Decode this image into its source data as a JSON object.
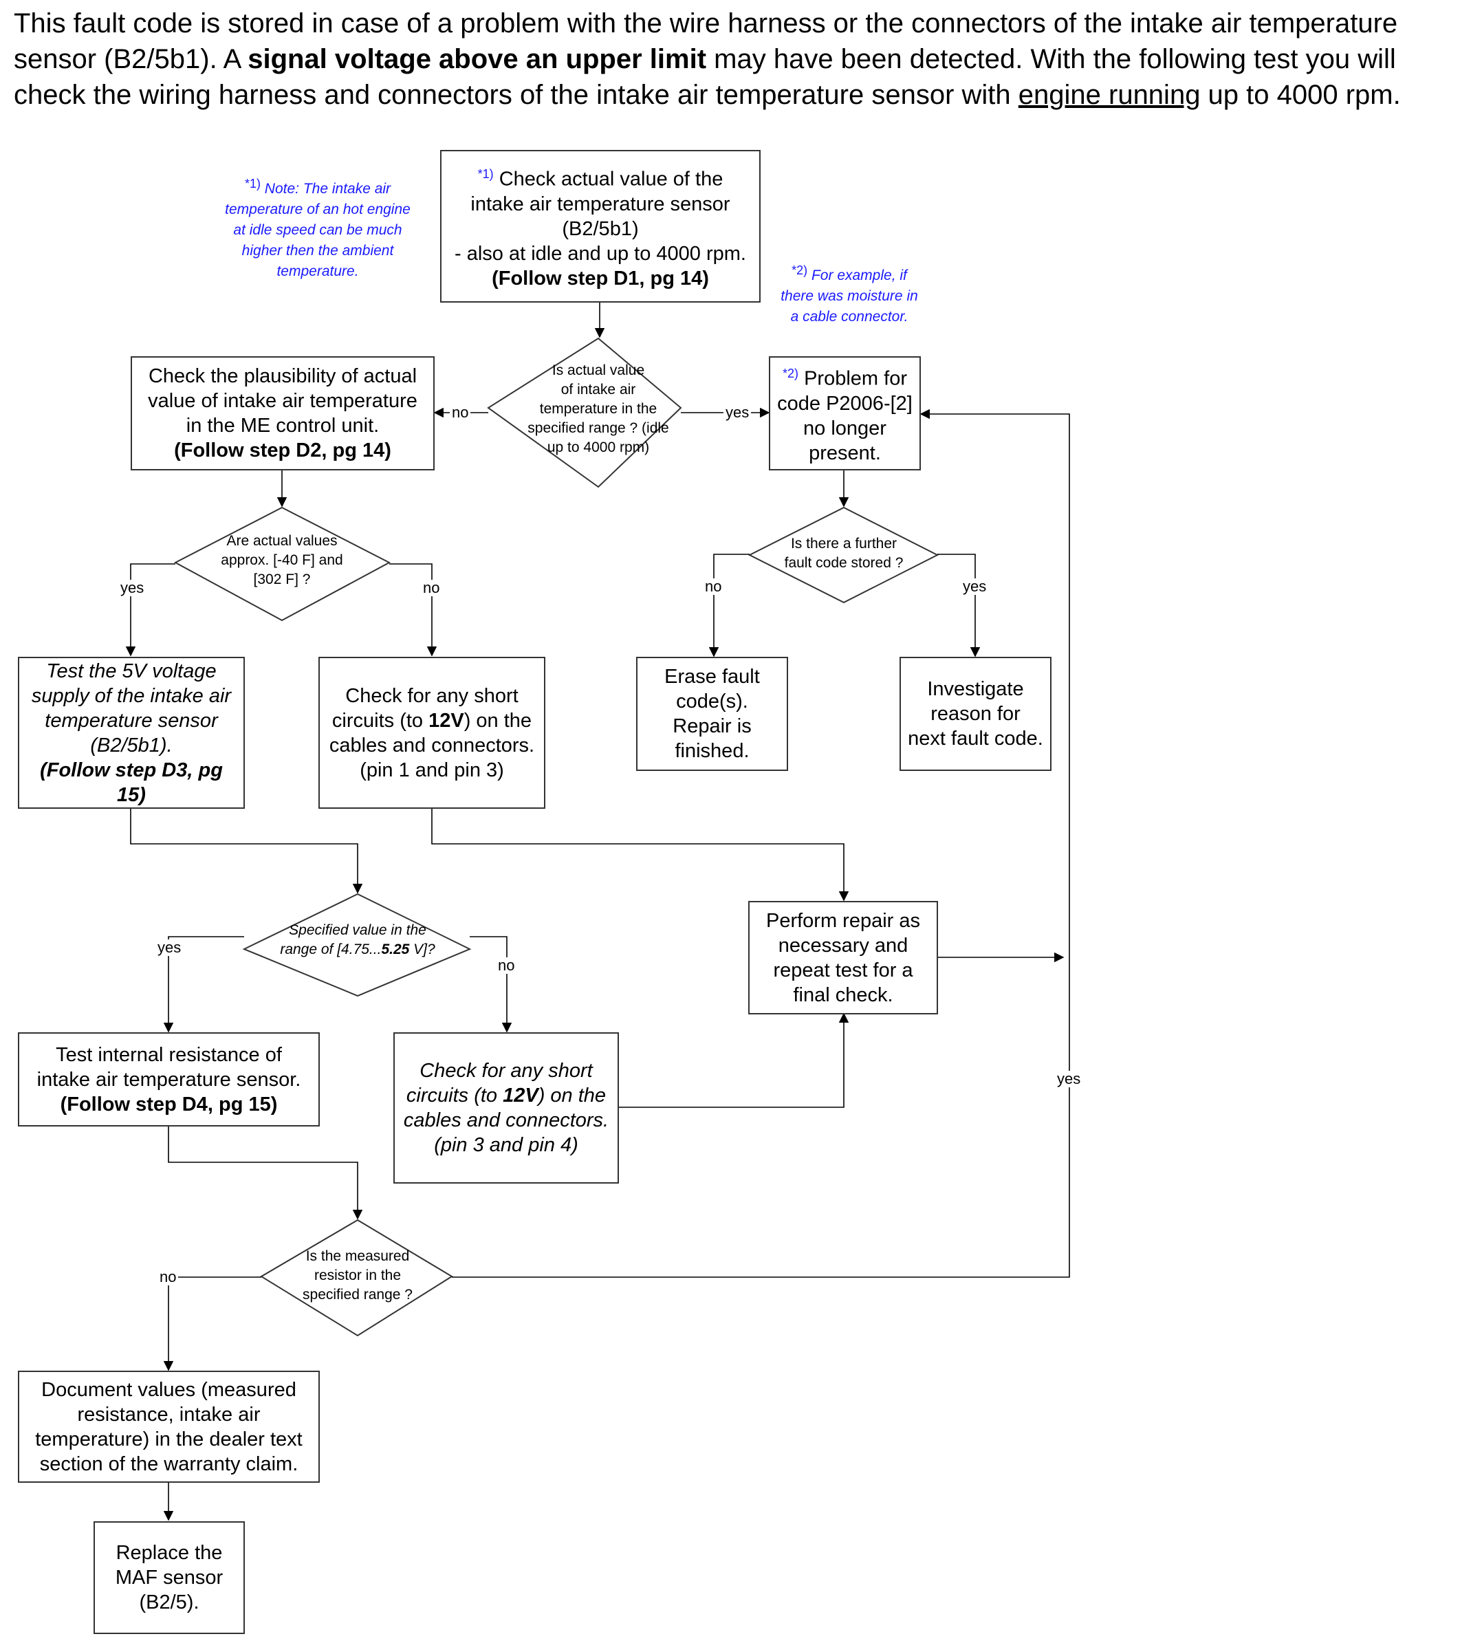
{
  "intro": {
    "s1": "This fault code is stored in case of a problem with the wire harness or the connectors of the intake air temperature sensor (B2/5b1). A ",
    "s2": "signal voltage above an upper limit",
    "s3": " may have been detected. With the following test you will check the wiring harness and connectors of the intake air temperature sensor with ",
    "s4": "engine running",
    "s5": " up to 4000 rpm."
  },
  "notes": {
    "n1_mark": "*1)",
    "n1": "Note: The intake air temperature of an hot engine at idle speed can be much higher then the ambient temperature.",
    "n2_mark": "*2)",
    "n2": "For example, if there was moisture in a cable connector."
  },
  "boxes": {
    "check_actual": {
      "mark": "*1)",
      "l1": "Check actual value of the",
      "l2": "intake air temperature sensor",
      "l3": "(B2/5b1)",
      "l4": "- also at idle and up to 4000 rpm.",
      "l5": "(Follow step D1, pg 14)"
    },
    "plausibility": {
      "l1": "Check the plausibility of actual",
      "l2": "value of intake air temperature",
      "l3": "in the ME control unit.",
      "l4": "(Follow step D2, pg 14)"
    },
    "problem": {
      "mark": "*2)",
      "l1": "Problem for",
      "l2": "code P2006-[2]",
      "l3": "no longer",
      "l4": "present."
    },
    "test5v": {
      "l1": "Test the 5V voltage",
      "l2": "supply of the intake air",
      "l3": "temperature sensor",
      "l4": "(B2/5b1).",
      "l5": "(Follow step D3, pg",
      "l6": "15)"
    },
    "short13": {
      "l1": "Check for any short",
      "l2a": "circuits (to ",
      "l2b": "12V",
      "l2c": ") on the",
      "l3": "cables and connectors.",
      "l4": "(pin 1 and pin 3)"
    },
    "erase": {
      "l1": "Erase fault",
      "l2": "code(s).",
      "l3": "Repair is",
      "l4": "finished."
    },
    "investigate": {
      "l1": "Investigate",
      "l2": "reason for",
      "l3": "next fault code."
    },
    "repair": {
      "l1": "Perform repair as",
      "l2": "necessary and",
      "l3": "repeat test  for a",
      "l4": "final check."
    },
    "resistance": {
      "l1": "Test internal resistance of",
      "l2": "intake air temperature sensor.",
      "l3": "(Follow step D4, pg 15)"
    },
    "short34": {
      "l1": "Check for any short",
      "l2a": "circuits (to ",
      "l2b": "12V",
      "l2c": ") on the",
      "l3": "cables and connectors.",
      "l4": "(pin 3 and pin 4)"
    },
    "document": {
      "l1": "Document values (measured",
      "l2": "resistance, intake air",
      "l3": "temperature) in the dealer text",
      "l4": "section of the warranty claim."
    },
    "replace": {
      "l1": "Replace the",
      "l2": "MAF sensor",
      "l3": "(B2/5)."
    }
  },
  "decisions": {
    "in_range": {
      "l1": "Is actual value",
      "l2": "of intake air",
      "l3": "temperature in the",
      "l4": "specified range ? (idle",
      "l5": "up to 4000 rpm)"
    },
    "approx": {
      "l1": "Are actual values",
      "l2": "approx. [-40 F] and",
      "l3": "[302 F] ?"
    },
    "further": {
      "l1": "Is there a further",
      "l2": "fault code stored ?"
    },
    "voltage": {
      "l1a": "Specified value in the",
      "l2a": "range of [4.75...",
      "l2b": "5.25",
      "l2c": " V]?"
    },
    "resistor": {
      "l1": "Is the measured",
      "l2": "resistor in the",
      "l3": "specified range ?"
    }
  },
  "labels": {
    "no": "no",
    "yes": "yes"
  }
}
